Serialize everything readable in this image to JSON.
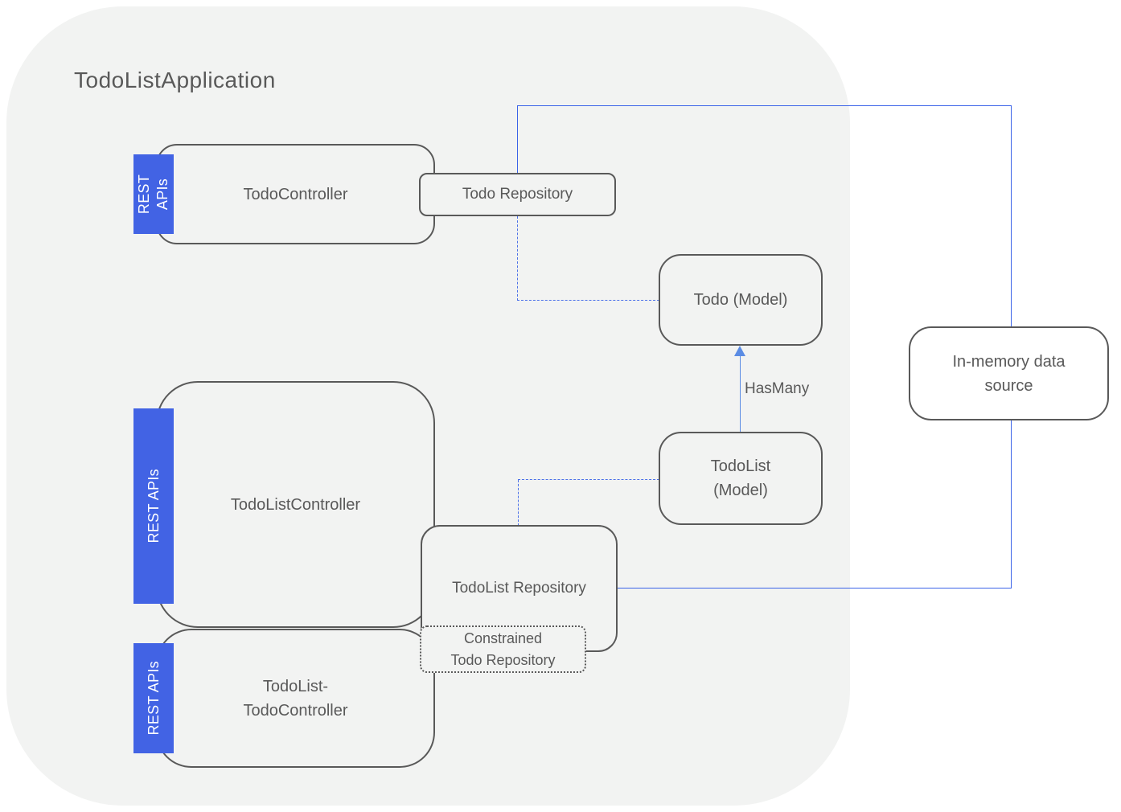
{
  "app": {
    "title": "TodoListApplication"
  },
  "colors": {
    "background_gray": "#f2f3f2",
    "border_gray": "#595959",
    "solid_connector_blue": "#3b63e8",
    "dashed_connector_blue": "#4a6fe8",
    "arrow_blue": "#5b8ce4",
    "badge_blue": "#4263e4"
  },
  "boxes": {
    "todo_controller": {
      "label": "TodoController"
    },
    "todo_repository": {
      "label": "Todo Repository"
    },
    "todo_model": {
      "label": "Todo (Model)"
    },
    "todolist_controller": {
      "label": "TodoListController"
    },
    "todolist_repository": {
      "label": "TodoList Repository"
    },
    "constrained_todo_repository": {
      "label": "Constrained\nTodo Repository"
    },
    "todolist_todo_controller": {
      "label": "TodoList-\nTodoController"
    },
    "todolist_model": {
      "label": "TodoList\n(Model)"
    },
    "in_memory_datasource": {
      "label": "In-memory data\nsource"
    }
  },
  "badges": {
    "todo_controller": "REST\nAPIs",
    "todolist_controller": "REST APIs",
    "todolist_todo_controller": "REST APIs"
  },
  "relations": {
    "has_many": "HasMany"
  }
}
